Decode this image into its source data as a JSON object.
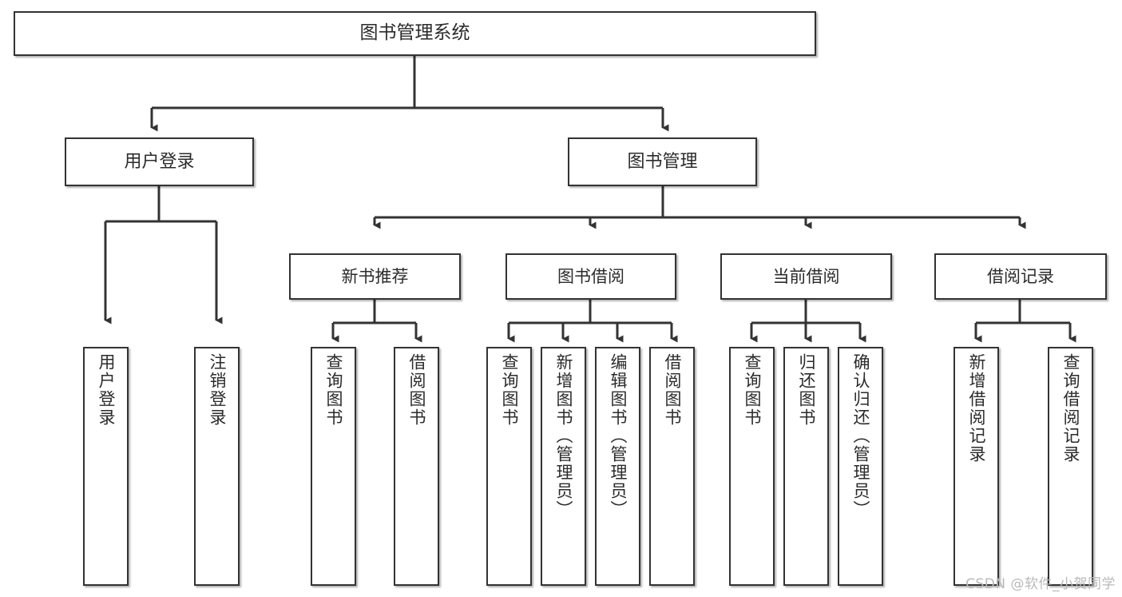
{
  "diagram": {
    "title": "图书管理系统",
    "watermark": "CSDN @软件_小贺同学",
    "colors": {
      "border": "#333333",
      "background": "#ffffff",
      "text": "#2b2b2b",
      "edge": "#333333",
      "watermark": "#b9b9b9"
    },
    "nodes": {
      "root": {
        "label": "图书管理系统"
      },
      "level1": [
        {
          "key": "user_login",
          "label": "用户登录"
        },
        {
          "key": "book_manage",
          "label": "图书管理"
        }
      ],
      "level2": [
        {
          "key": "new_book_rec",
          "label": "新书推荐"
        },
        {
          "key": "book_borrow",
          "label": "图书借阅"
        },
        {
          "key": "current_borrow",
          "label": "当前借阅"
        },
        {
          "key": "borrow_record",
          "label": "借阅记录"
        }
      ],
      "leaves": [
        {
          "key": "leaf_user_login",
          "label": "用户登录",
          "parent": "user_login"
        },
        {
          "key": "leaf_logout",
          "label": "注销登录",
          "parent": "user_login"
        },
        {
          "key": "leaf_query_book_1",
          "label": "查询图书",
          "parent": "new_book_rec"
        },
        {
          "key": "leaf_borrow_book_1",
          "label": "借阅图书",
          "parent": "new_book_rec"
        },
        {
          "key": "leaf_query_book_2",
          "label": "查询图书",
          "parent": "book_borrow"
        },
        {
          "key": "leaf_add_book",
          "label": "新增图书（管理员）",
          "parent": "book_borrow"
        },
        {
          "key": "leaf_edit_book",
          "label": "编辑图书（管理员）",
          "parent": "book_borrow"
        },
        {
          "key": "leaf_borrow_book_2",
          "label": "借阅图书",
          "parent": "book_borrow"
        },
        {
          "key": "leaf_query_book_3",
          "label": "查询图书",
          "parent": "current_borrow"
        },
        {
          "key": "leaf_return_book",
          "label": "归还图书",
          "parent": "current_borrow"
        },
        {
          "key": "leaf_confirm_return",
          "label": "确认归还（管理员）",
          "parent": "current_borrow"
        },
        {
          "key": "leaf_add_record",
          "label": "新增借阅记录",
          "parent": "borrow_record"
        },
        {
          "key": "leaf_query_record",
          "label": "查询借阅记录",
          "parent": "borrow_record"
        }
      ]
    }
  }
}
